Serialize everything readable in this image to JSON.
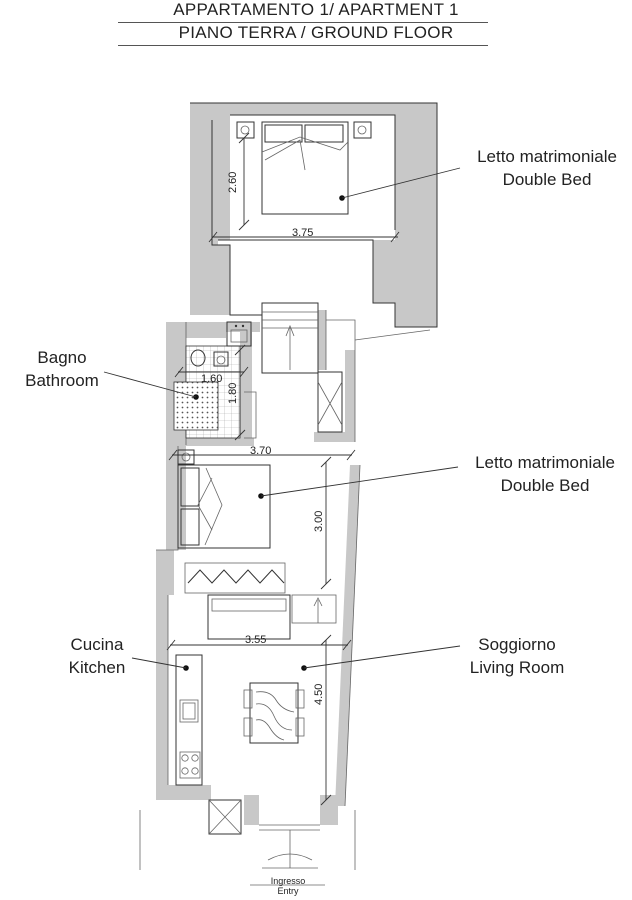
{
  "header": {
    "title": "APPARTAMENTO 1/ APARTMENT 1",
    "subtitle": "PIANO TERRA / GROUND FLOOR"
  },
  "rooms": {
    "bedroom_top": {
      "label_it": "Letto matrimoniale",
      "label_en": "Double Bed"
    },
    "bathroom": {
      "label_it": "Bagno",
      "label_en": "Bathroom"
    },
    "bedroom_mid": {
      "label_it": "Letto matrimoniale",
      "label_en": "Double Bed"
    },
    "kitchen": {
      "label_it": "Cucina",
      "label_en": "Kitchen"
    },
    "living": {
      "label_it": "Soggiorno",
      "label_en": "Living Room"
    }
  },
  "dimensions": {
    "bedroom_top_height": "2.60",
    "bedroom_top_width": "3.75",
    "bathroom_width": "1.60",
    "bathroom_height": "1.80",
    "bedroom_mid_width": "3.70",
    "bedroom_mid_height": "3.00",
    "living_width": "3.55",
    "living_height": "4.50"
  },
  "entry": {
    "label_it": "Ingresso",
    "label_en": "Entry"
  }
}
